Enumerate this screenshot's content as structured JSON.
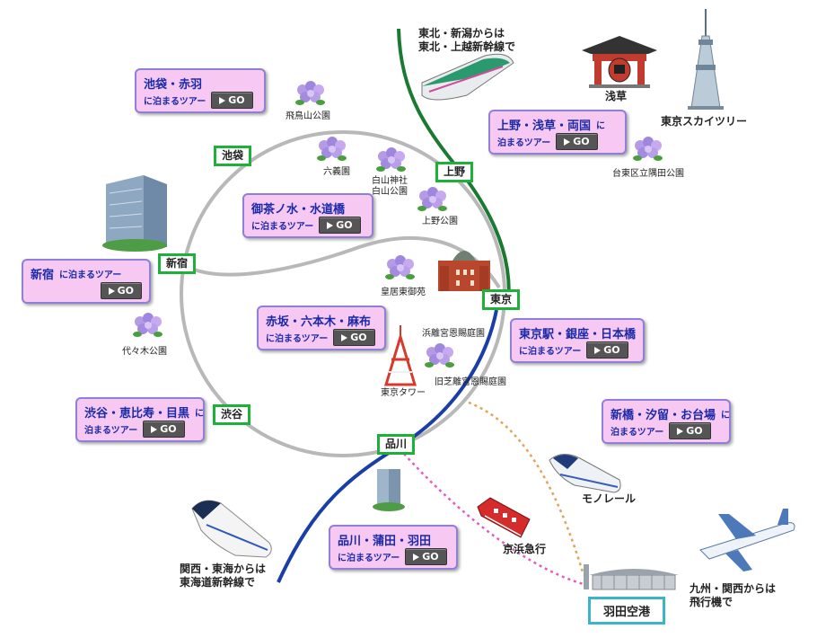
{
  "lines": {
    "ring_color": "#b8b8b8",
    "tohoku_color": "#1a7a32",
    "tokaido_color": "#1a3ea8",
    "monorail_color": "#e2a35a",
    "keikyu_color": "#e05cc4"
  },
  "stations": {
    "ikebukuro": "池袋",
    "ueno": "上野",
    "shinjuku": "新宿",
    "tokyo": "東京",
    "shibuya": "渋谷",
    "shinagawa": "品川",
    "haneda": "羽田空港"
  },
  "cards": {
    "ikebukuro": {
      "area": "池袋・赤羽",
      "sub": "に泊まるツアー",
      "go": "GO"
    },
    "ueno": {
      "area": "上野・浅草・両国",
      "suffix": "に",
      "sub": "泊まるツアー",
      "go": "GO"
    },
    "ochanomizu": {
      "area": "御茶ノ水・水道橋",
      "sub": "に泊まるツアー",
      "go": "GO"
    },
    "shinjuku": {
      "area": "新宿",
      "suffix": "に泊まるツアー",
      "go": "GO"
    },
    "akasaka": {
      "area": "赤坂・六本木・麻布",
      "sub": "に泊まるツアー",
      "go": "GO"
    },
    "tokyo": {
      "area": "東京駅・銀座・日本橋",
      "sub": "に泊まるツアー",
      "go": "GO"
    },
    "shinbashi": {
      "area": "新橋・汐留・お台場",
      "suffix": "に",
      "sub": "泊まるツアー",
      "go": "GO"
    },
    "shibuya": {
      "area": "渋谷・恵比寿・目黒",
      "suffix": "に",
      "sub": "泊まるツアー",
      "go": "GO"
    },
    "shinagawa": {
      "area": "品川・蒲田・羽田",
      "sub": "に泊まるツアー",
      "go": "GO"
    }
  },
  "landmarks": {
    "asukayama": "飛鳥山公園",
    "rikugien": "六義園",
    "hakusan": "白山神社\n白山公園",
    "ueno_park": "上野公園",
    "asakusa": "浅草",
    "skytree": "東京スカイツリー",
    "sumida": "台東区立隅田公園",
    "kokyo": "皇居東御苑",
    "yoyogi": "代々木公園",
    "hamarikyu": "浜離宮恩賜庭園",
    "kyushiba": "旧芝離宮恩賜庭園",
    "tokyo_tower": "東京タワー",
    "monorail": "モノレール",
    "keikyu": "京浜急行"
  },
  "access": {
    "tohoku": "東北・新潟からは\n東北・上越新幹線で",
    "kansai": "関西・東海からは\n東海道新幹線で",
    "air": "九州・関西からは\n飛行機で"
  }
}
